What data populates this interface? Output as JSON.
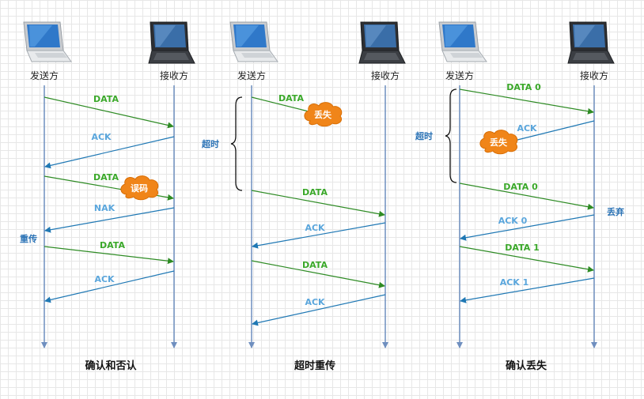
{
  "panels": [
    {
      "sender": "发送方",
      "receiver": "接收方",
      "caption": "确认和否认",
      "messages": [
        "DATA",
        "ACK",
        "DATA",
        "NAK",
        "DATA",
        "ACK"
      ],
      "error_cloud": "误码",
      "retransmit_label": "重传"
    },
    {
      "sender": "发送方",
      "receiver": "接收方",
      "caption": "超时重传",
      "messages": [
        "DATA",
        "DATA",
        "ACK",
        "DATA",
        "ACK"
      ],
      "lost_cloud": "丢失",
      "timeout_label": "超时"
    },
    {
      "sender": "发送方",
      "receiver": "接收方",
      "caption": "确认丢失",
      "messages": [
        "DATA  0",
        "ACK",
        "DATA  0",
        "ACK  0",
        "DATA  1",
        "ACK  1"
      ],
      "lost_cloud": "丢失",
      "timeout_label": "超时",
      "discard_label": "丢弃"
    }
  ],
  "colors": {
    "data_arrow": "#2e8b24",
    "ack_arrow": "#1f78b4",
    "timeline": "#6f8fbf",
    "cloud_fill": "#f08519",
    "cloud_stroke": "#d86e05"
  },
  "icons": [
    "laptop-icon",
    "dark-laptop-icon"
  ]
}
